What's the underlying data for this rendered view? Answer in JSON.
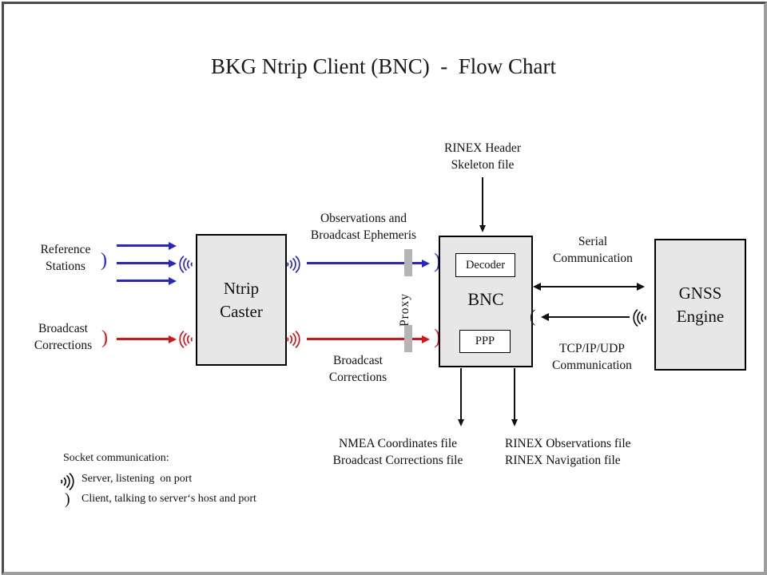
{
  "title": "BKG Ntrip Client (BNC)  -  Flow Chart",
  "colors": {
    "accent_blue": "#2626cc",
    "accent_red": "#dd1111",
    "node_fill": "#e7e7e7",
    "proxy_bar": "#b5b5b5",
    "frame_dark": "#4b4b4b",
    "frame_light": "#9e9e9e"
  },
  "nodes": {
    "ntrip_caster": "Ntrip\nCaster",
    "bnc": "BNC",
    "decoder": "Decoder",
    "ppp": "PPP",
    "gnss_engine": "GNSS\nEngine"
  },
  "inputs": {
    "reference_stations": "Reference\nStations",
    "broadcast_corrections": "Broadcast\nCorrections"
  },
  "flow_labels": {
    "observations": "Observations and\nBroadcast Ephemeris",
    "broadcast_corrections_mid": "Broadcast\nCorrections",
    "rinex_header": "RINEX Header\nSkeleton file",
    "serial_comm": "Serial\nCommunication",
    "tcp_comm": "TCP/IP/UDP\nCommunication",
    "proxy": "Proxy"
  },
  "outputs": {
    "nmea_files": "NMEA Coordinates file\nBroadcast Corrections file",
    "rinex_files": "RINEX Observations file\nRINEX Navigation file"
  },
  "legend": {
    "heading": "Socket communication:",
    "server": "Server, listening  on port",
    "client": "Client, talking to server‘s host and port"
  },
  "icons": {
    "server_socket": "signal-waves",
    "client_right": ")",
    "client_left": "("
  }
}
